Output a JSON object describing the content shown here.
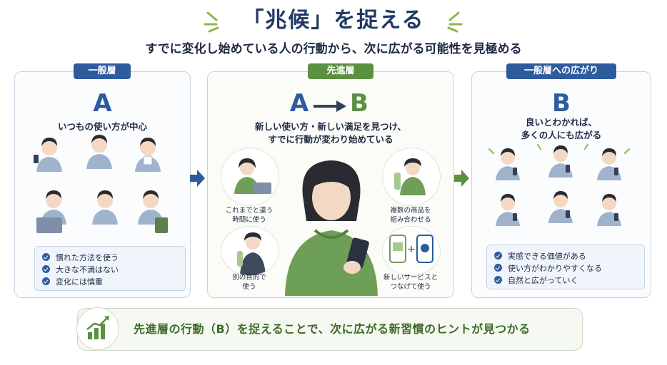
{
  "title": "「兆候」を捉える",
  "subtitle": "すでに変化し始めている人の行動から、次に広がる可能性を見極める",
  "left_panel": {
    "tag": "一般層",
    "letter": "A",
    "caption": "いつもの使い方が中心",
    "checks": [
      "慣れた方法を使う",
      "大きな不満はない",
      "変化には慎重"
    ]
  },
  "center_panel": {
    "tag": "先進層",
    "letter_a": "A",
    "letter_b": "B",
    "caption_line1": "新しい使い方・新しい満足を見つけ、",
    "caption_line2": "すでに行動が変わり始めている",
    "bubbles": {
      "top_left": [
        "これまでと違う",
        "時間に使う"
      ],
      "bottom_left": [
        "別の目的で",
        "使う"
      ],
      "top_right": [
        "複数の商品を",
        "組み合わせる"
      ],
      "bottom_right": [
        "新しいサービスと",
        "つなげて使う"
      ]
    }
  },
  "right_panel": {
    "tag": "一般層への広がり",
    "letter": "B",
    "caption_line1": "良いとわかれば、",
    "caption_line2": "多くの人にも広がる",
    "checks": [
      "実感できる価値がある",
      "使い方がわかりやすくなる",
      "自然と広がっていく"
    ]
  },
  "banner": {
    "text": "先進層の行動（B）を捉えることで、次に広がる新習慣のヒントが見つかる"
  },
  "colors": {
    "navy": "#1f3a63",
    "blue": "#2d5b9e",
    "green": "#5a9040",
    "light_green": "#8bb84b"
  },
  "icons": [
    "sparkle-left-icon",
    "sparkle-right-icon",
    "check-icon",
    "arrow-right-icon",
    "growth-chart-icon",
    "phone-icon"
  ]
}
